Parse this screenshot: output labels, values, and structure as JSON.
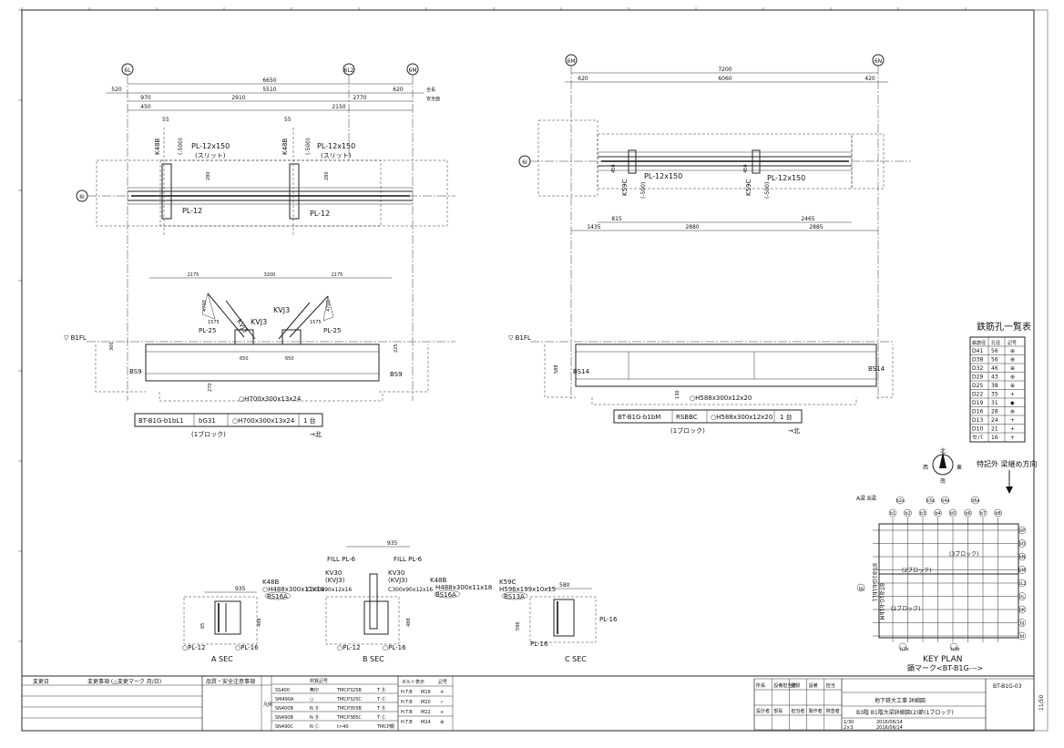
{
  "plan_left": {
    "axes": [
      "6L",
      "6L2",
      "6M"
    ],
    "row_axis": "6I",
    "dims_top": [
      "6650",
      "520",
      "5510",
      "620",
      "970",
      "2910",
      "2770",
      "450",
      "2150",
      "55",
      "55"
    ],
    "dim_notes": [
      "全長",
      "安全面"
    ],
    "labels": [
      "K48B",
      "(-500)",
      "PL-12x150",
      "(スリット)",
      "PL-12",
      "K48B",
      "(-500)",
      "PL-12x150",
      "(スリット)",
      "PL-12"
    ],
    "dims_side": [
      "280",
      "280"
    ]
  },
  "plan_right": {
    "axes": [
      "6M",
      "6N"
    ],
    "row_axis": "6I",
    "dims_top": [
      "7200",
      "620",
      "6060",
      "420"
    ],
    "labels": [
      "K59C",
      "(-500)",
      "PL-12x150",
      "K59C",
      "(-500)",
      "PL-12x150"
    ],
    "dims_bottom": [
      "815",
      "2465",
      "1435",
      "2880",
      "2885"
    ],
    "dims_side": [
      "450",
      "450"
    ]
  },
  "elev_left": {
    "level": "B1FL",
    "dims_top": [
      "2175",
      "3200",
      "2175"
    ],
    "labels": [
      "KVJ3",
      "KVJ3",
      "KVJ3",
      "PL-25",
      "PL-25",
      "BS9",
      "BS9",
      "H700x300x13x24"
    ],
    "dims": [
      "4700",
      "1575",
      "1575",
      "4700",
      "650",
      "650",
      "300",
      "225",
      "270"
    ],
    "table": {
      "mark": "BT-B1G-b1bL1",
      "code": "bG31",
      "section": "○H700x300x13x24",
      "qty": "1 台",
      "block": "(1ブロック)",
      "north": "→北"
    }
  },
  "elev_right": {
    "level": "B1FL",
    "labels": [
      "BS14",
      "BS14",
      "H588x300x12x20"
    ],
    "dims": [
      "588",
      "130"
    ],
    "table": {
      "mark": "BT-B1G-b1bM",
      "code": "RSBBC",
      "section": "○H588x300x12x20",
      "qty": "1 台",
      "block": "(1ブロック)",
      "north": "→北"
    }
  },
  "sections": {
    "a": {
      "title": "A SEC",
      "labels": [
        "K48B",
        "○H488x300x11x18",
        "BS16A",
        "○PL-12",
        "○PL-16"
      ],
      "dims": [
        "935",
        "488",
        "65"
      ]
    },
    "b": {
      "title": "B SEC",
      "labels": [
        "FILL PL-6",
        "FILL PL-6",
        "KV30",
        "(KVJ3)",
        "KV30",
        "(KVJ3)",
        "C300x90x12x16",
        "C300x90x12x16",
        "K48B",
        "H488x300x11x18",
        "BS16A",
        "○PL-12",
        "○PL-16"
      ],
      "dims": [
        "935",
        "488"
      ]
    },
    "c": {
      "title": "C SEC",
      "labels": [
        "K59C",
        "H596x199x10x15",
        "BS13A",
        "PL-16",
        "PL-16"
      ],
      "dims": [
        "580",
        "596"
      ]
    }
  },
  "rebar_table": {
    "title": "鉄筋孔一覧表",
    "headers": [
      "鉄筋径",
      "孔径",
      "記号"
    ],
    "rows": [
      [
        "D41",
        "56",
        "⊕"
      ],
      [
        "D38",
        "56",
        "⊕"
      ],
      [
        "D32",
        "46",
        "⊕"
      ],
      [
        "D29",
        "43",
        "⊕"
      ],
      [
        "D25",
        "38",
        "⊕"
      ],
      [
        "D22",
        "35",
        "+"
      ],
      [
        "D19",
        "31",
        "◆"
      ],
      [
        "D16",
        "28",
        "⊕"
      ],
      [
        "D13",
        "24",
        "+"
      ],
      [
        "D10",
        "21",
        "+"
      ],
      [
        "セパ",
        "16",
        "+"
      ]
    ]
  },
  "compass": {
    "n": "北",
    "w": "西",
    "e": "東",
    "s": "南"
  },
  "special_note": "特記外 梁継め方向",
  "key_plan": {
    "title": "KEY PLAN",
    "mark": "顕マーク<BT-B1G--->",
    "col_labels": [
      "b1",
      "b2",
      "b3",
      "b4",
      "b5",
      "b6",
      "b7",
      "b8"
    ],
    "top_labels": [
      "b2a",
      "b3a",
      "b4a",
      "b6a"
    ],
    "row_labels": [
      "bP",
      "bO",
      "bN",
      "bM",
      "bL2",
      "bL",
      "bK",
      "bJ",
      "bI"
    ],
    "blocks": [
      "(1ブロック)",
      "(2ブロック)",
      "(3ブロック)"
    ],
    "a_b_header": "A梁 B梁",
    "vertical_marks": [
      "BT-B1G-b1bM",
      "BT-B1G-b1bL1"
    ],
    "bottom_labels": [
      "b2b",
      "b4b"
    ],
    "left_label": "bL"
  },
  "title_block": {
    "rev_headers": [
      "変更日",
      "変更事項 (△変更マーク 月/日)",
      "品質・安全注意事項"
    ],
    "material_header": "材質記号",
    "materials": [
      [
        "SS400",
        "無印",
        "TMCP325B",
        "T Ⓑ"
      ],
      [
        "SM490A",
        "○",
        "TMCP325C",
        "T Ⓒ"
      ],
      [
        "SN400B",
        "N Ⓑ",
        "TMCP355B",
        "T Ⓑ"
      ],
      [
        "SN490B",
        "N Ⓑ",
        "TMCP385C",
        "T Ⓒ"
      ],
      [
        "SN490C",
        "N Ⓒ",
        "t>40",
        "TMCP鋼"
      ]
    ],
    "side_label": "凡例",
    "bolt_header": [
      "ボルト表示",
      "記号"
    ],
    "bolts": [
      [
        "H.T.B",
        "M16",
        "✳"
      ],
      [
        "H.T.B",
        "M20",
        "✓"
      ],
      [
        "H.T.B",
        "M22",
        "+"
      ],
      [
        "H.T.B",
        "M24",
        "⊕"
      ]
    ],
    "approvals": [
      "所長",
      "設備担当者",
      "監督",
      "設備",
      "担当"
    ],
    "approvals2": [
      "設計者",
      "部長",
      "担当者",
      "製作者",
      "検査者"
    ],
    "project": "地下鉄大工事 詳細図",
    "drawing_title": "B3階 B1階大梁詳細図(2)節(1ブロック)",
    "drawing_no": "BT-B1G-03",
    "scale": "1/30",
    "size": "2×3",
    "dates": [
      "2016/06/14",
      "2016/06/14"
    ],
    "sheet": "11/50"
  }
}
